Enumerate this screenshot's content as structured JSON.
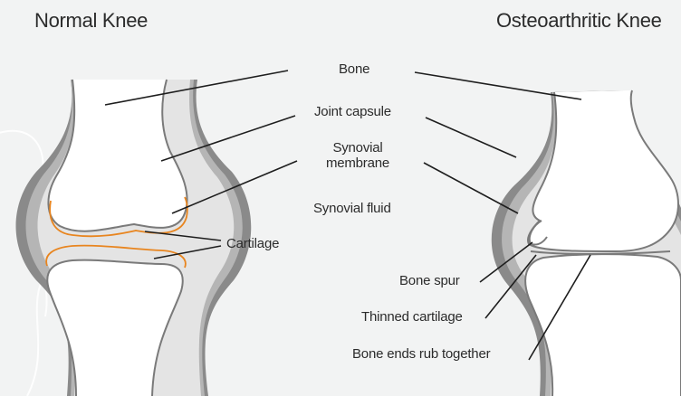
{
  "titles": {
    "normal": "Normal Knee",
    "osteo": "Osteoarthritic Knee"
  },
  "labels": {
    "bone": "Bone",
    "joint_capsule": "Joint capsule",
    "synovial_membrane_line1": "Synovial",
    "synovial_membrane_line2": "membrane",
    "synovial_fluid": "Synovial fluid",
    "cartilage": "Cartilage",
    "bone_spur": "Bone spur",
    "thinned_cartilage": "Thinned cartilage",
    "bone_ends_rub": "Bone ends rub together"
  },
  "colors": {
    "background": "#f2f3f3",
    "bone_fill": "#ffffff",
    "bone_outline": "#7a7a7a",
    "capsule_outer": "#8a8a8a",
    "capsule_mid": "#b5b5b5",
    "synovial_fluid": "#e4e4e4",
    "cartilage": "#e8851f",
    "leader_line": "#1e1e1e",
    "text": "#2b2b2b"
  }
}
